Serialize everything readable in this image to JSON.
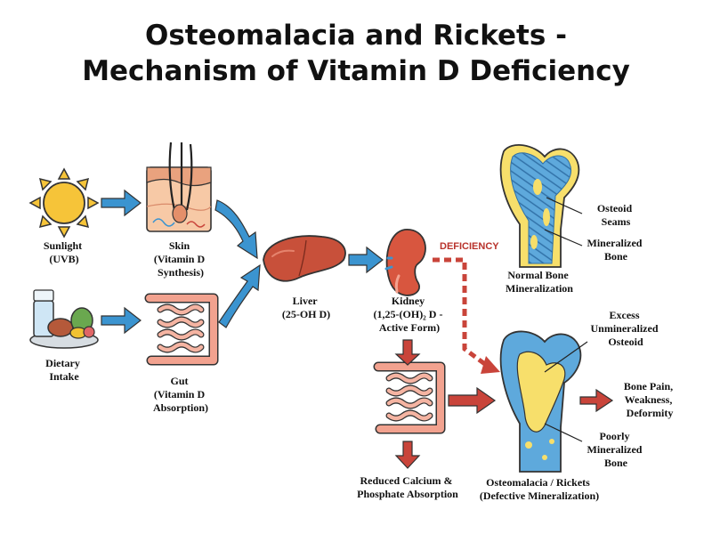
{
  "title": {
    "line1": "Osteomalacia and Rickets -",
    "line2": "Mechanism of Vitamin D Deficiency"
  },
  "nodes": {
    "sunlight": {
      "name": "sunlight-icon",
      "lines": [
        "Sunlight",
        "(UVB)"
      ]
    },
    "skin": {
      "name": "skin-icon",
      "lines": [
        "Skin",
        "(Vitamin D",
        "Synthesis)"
      ]
    },
    "dietary": {
      "name": "dietary-intake-icon",
      "lines": [
        "Dietary",
        "Intake"
      ]
    },
    "gut": {
      "name": "gut-icon",
      "lines": [
        "Gut",
        "(Vitamin D",
        "Absorption)"
      ]
    },
    "liver": {
      "name": "liver-icon",
      "lines": [
        "Liver",
        "(25-OH D)"
      ]
    },
    "kidney": {
      "name": "kidney-icon",
      "lines": [
        "Kidney",
        "(1,25-(OH)₂ D -",
        "Active Form)"
      ]
    },
    "gut_reduced": {
      "name": "gut-reduced-icon",
      "lines": [
        "Reduced Calcium &",
        "Phosphate Absorption"
      ]
    },
    "normal_bone": {
      "name": "normal-bone-icon",
      "lines": [
        "Normal Bone",
        "Mineralization"
      ]
    },
    "osteo_bone": {
      "name": "osteomalacia-bone-icon",
      "lines": [
        "Osteomalacia / Rickets",
        "(Defective Mineralization)"
      ]
    }
  },
  "callouts": {
    "osteoid_seams": [
      "Osteoid",
      "Seams"
    ],
    "mineralized_bone": [
      "Mineralized",
      "Bone"
    ],
    "excess_osteoid": [
      "Excess",
      "Unmineralized",
      "Osteoid"
    ],
    "poorly_mineralized": [
      "Poorly",
      "Mineralized",
      "Bone"
    ],
    "symptoms": [
      "Bone Pain,",
      "Weakness,",
      "Deformity"
    ]
  },
  "deficiency_label": "DEFICIENCY",
  "colors": {
    "blue_arrow": "#3b94d0",
    "red_arrow": "#c9443a",
    "deficiency_text": "#b8322b",
    "bone_blue": "#5ea9dc",
    "bone_yellow": "#f7df6b",
    "organ_pink": "#f2a28f",
    "liver": "#c8503a",
    "sun": "#f6c439"
  }
}
